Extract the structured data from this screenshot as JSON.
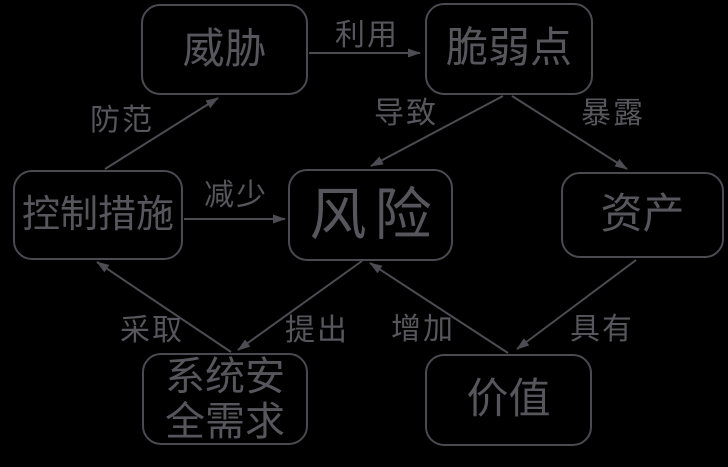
{
  "diagram": {
    "description": "Security risk relationship diagram",
    "colors": {
      "background": "#000000",
      "stroke": "#4a4a50",
      "text": "#56565c"
    },
    "nodes": {
      "threat": {
        "label": "威胁"
      },
      "vulnerability": {
        "label": "脆弱点"
      },
      "control_measures": {
        "label": "控制措施"
      },
      "risk": {
        "label": "风险"
      },
      "asset": {
        "label": "资产"
      },
      "system_security_requirements": {
        "label": "系统安全需求",
        "lines": [
          "系统安",
          "全需求"
        ]
      },
      "value": {
        "label": "价值"
      }
    },
    "edges": {
      "exploit": {
        "label": "利用",
        "from": "threat",
        "to": "vulnerability"
      },
      "prevent": {
        "label": "防范",
        "from": "control_measures",
        "to": "threat"
      },
      "cause": {
        "label": "导致",
        "from": "vulnerability",
        "to": "risk"
      },
      "expose": {
        "label": "暴露",
        "from": "vulnerability",
        "to": "asset"
      },
      "reduce": {
        "label": "减少",
        "from": "control_measures",
        "to": "risk"
      },
      "adopt": {
        "label": "采取",
        "from": "system_security_requirements",
        "to": "control_measures"
      },
      "propose": {
        "label": "提出",
        "from": "risk",
        "to": "system_security_requirements"
      },
      "increase": {
        "label": "增加",
        "from": "value",
        "to": "risk"
      },
      "possess": {
        "label": "具有",
        "from": "asset",
        "to": "value"
      }
    }
  }
}
